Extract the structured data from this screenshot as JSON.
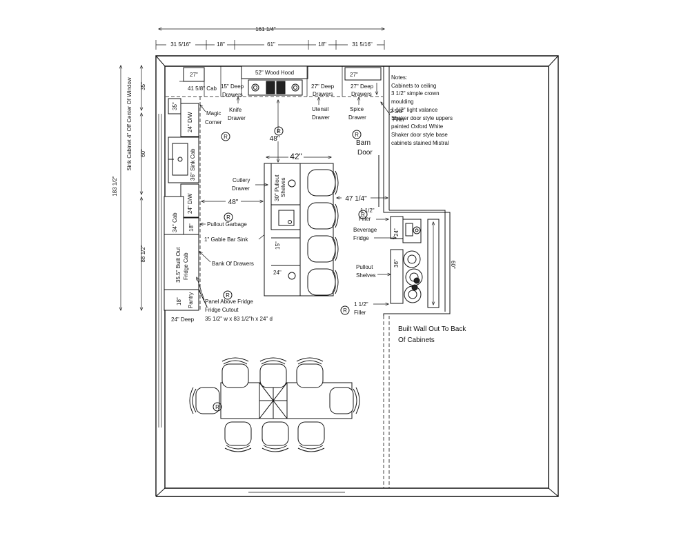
{
  "dimensions": {
    "overall_width": "161 1/4\"",
    "seg1": "31 5/16\"",
    "seg2": "18\"",
    "seg3": "61\"",
    "seg4": "18\"",
    "seg5": "31 5/16\"",
    "overall_height": "183 1/2\"",
    "left_top": "35\"",
    "left_mid": "60\"",
    "left_bottom": "88 1/2\"",
    "island_width": "42\"",
    "aisle_top": "48\"",
    "aisle_left": "48\"",
    "aisle_right": "47 1/4\"",
    "bev_width": "60\""
  },
  "side_note": "Sink Cabinet 4\" Off Center Of Window",
  "labels": {
    "hood": "52\" Wood Hood",
    "cab27_left": "27\"",
    "cab27_right": "27\"",
    "cab_41": "41 5/8\" Cab",
    "deep15": "15\" Deep",
    "drawers_a": "Drawers",
    "deep27_a": "27\" Deep",
    "drawers_b": "Drawers",
    "deep27_b": "27\" Deep",
    "drawers_c": "Drawers",
    "knife": "Knife",
    "knife_drawer": "Drawer",
    "utensil": "Utensil",
    "utensil_drawer": "Drawer",
    "spice": "Spice",
    "spice_drawer": "Drawer",
    "filler_258": "2 5/8\"",
    "filler_258_b": "Filler",
    "magic": "Magic",
    "corner": "Corner",
    "dw_top": "24\" D/W",
    "cab35": "35\"",
    "sink_cab": "36\" Sink Cab",
    "dw_bottom": "24\" D/W",
    "cab34": "34\" Cab",
    "cab18": "18\"",
    "fridge": "35.5\" Built Out",
    "fridge2": "Fridge Cab",
    "pantry": "Pantry",
    "pantry18": "18\"",
    "deep24": "24\" Deep",
    "cutlery": "Cutlery",
    "cutlery2": "Drawer",
    "pullout30": "30\" Pullout",
    "shelves": "Shelves",
    "isl15": "15\"",
    "isl24": "24\"",
    "pullout_garbage": "Pullout Garbage",
    "gable": "1\" Gable  Bar Sink",
    "bank": "Bank Of Drawers",
    "panel1": "Panel Above Fridge",
    "panel2": "Fridge Cutout",
    "panel3": "35 1/2\" w x 83 1/2\"h x 24\" d",
    "barn": "Barn",
    "door": "Door",
    "filler_112_top": "1 1/2\"",
    "filler_112_top_b": "Filler",
    "beverage": "Beverage",
    "bev_fridge": "Fridge",
    "bev24": "24\"",
    "pullout_r": "Pullout",
    "shelves_r": "Shelves",
    "bev36": "36\"",
    "filler_112_bot": "1 1/2\"",
    "filler_112_bot_b": "Filler",
    "built_wall1": "Built Wall Out To Back",
    "built_wall2": "Of Cabinets",
    "r_marker": "R"
  },
  "notes": {
    "title": "Notes:",
    "lines": [
      "Cabinets to ceiling",
      "3 1/2\" simple crown",
      "moulding",
      "1 1/2\" light valance",
      "Shaker door style uppers",
      "painted Oxford White",
      "Shaker door style base",
      "cabinets stained Mistral"
    ]
  }
}
